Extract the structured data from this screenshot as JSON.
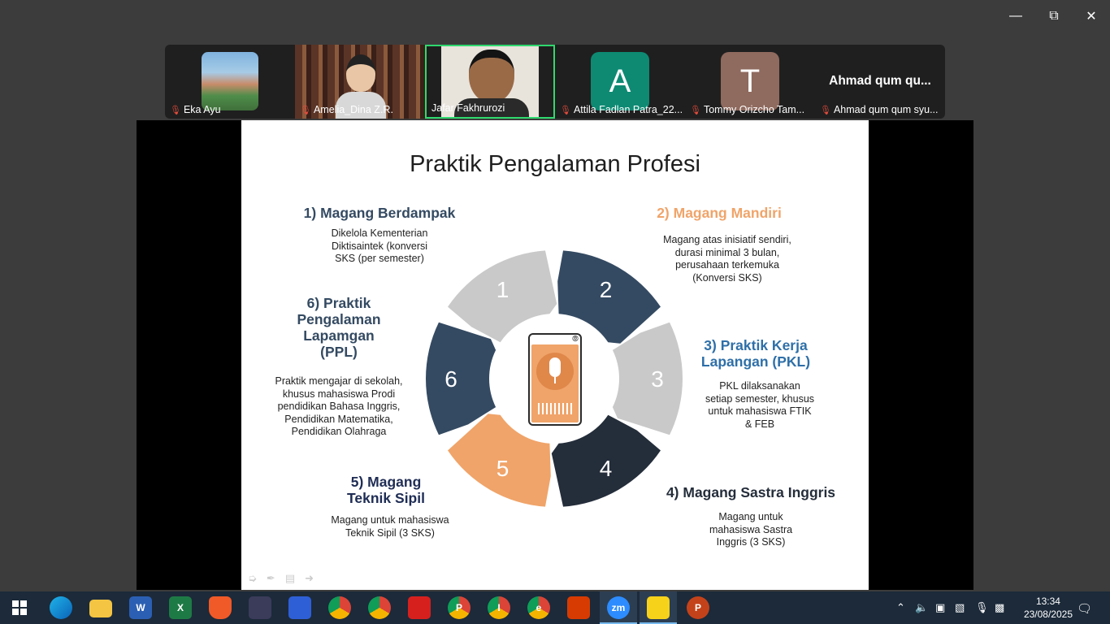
{
  "window": {
    "minimize_icon": "minimize-icon",
    "restore_icon": "restore-icon",
    "close_icon": "close-icon"
  },
  "participants": [
    {
      "name": "Eka Ayu",
      "muted": true
    },
    {
      "name": "Amelia_Dina Z.R.",
      "muted": true
    },
    {
      "name": "Jafar Fakhrurozi",
      "muted": false,
      "active": true
    },
    {
      "name": "Attila Fadlan Patra_22...",
      "muted": true,
      "initial": "A",
      "color": "#0e8a73"
    },
    {
      "name": "Tommy Orizcho Tam...",
      "muted": true,
      "initial": "T",
      "color": "#8f6a5e"
    },
    {
      "name": "Ahmad qum qum syu...",
      "muted": true,
      "big_name": "Ahmad qum qu..."
    }
  ],
  "slide": {
    "title": "Praktik Pengalaman Profesi",
    "colors": {
      "navy": "#344a62",
      "orange": "#f0a469",
      "grey": "#c9c9c9",
      "dark": "#242d3a",
      "blue": "#2e6fa8"
    },
    "sections": [
      {
        "title": "1) Magang Berdampak",
        "body": "Dikelola Kementerian\nDiktisaintek (konversi\nSKS (per semester)"
      },
      {
        "title": "2) Magang Mandiri",
        "body": "Magang atas inisiatif sendiri,\ndurasi minimal 3 bulan,\nperusahaan terkemuka\n(Konversi SKS)"
      },
      {
        "title": "3) Praktik Kerja\nLapangan (PKL)",
        "body": "PKL dilaksanakan\nsetiap semester, khusus\nuntuk mahasiswa FTIK\n& FEB"
      },
      {
        "title": "4) Magang Sastra Inggris",
        "body": "Magang untuk\nmahasiswa Sastra\nInggris (3 SKS)"
      },
      {
        "title": "5) Magang\nTeknik Sipil",
        "body": "Magang untuk mahasiswa\nTeknik Sipil (3 SKS)"
      },
      {
        "title": "6) Praktik\nPengalaman\nLapamgan\n(PPL)",
        "body": "Praktik mengajar di sekolah,\nkhusus mahasiswa Prodi\npendidikan Bahasa Inggris,\nPendidikan Matematika,\nPendidikan Olahraga"
      }
    ],
    "wheel_numbers": [
      "1",
      "2",
      "3",
      "4",
      "5",
      "6"
    ]
  },
  "taskbar": {
    "apps": [
      {
        "name": "windows-start-icon"
      },
      {
        "name": "edge-icon"
      },
      {
        "name": "file-explorer-icon"
      },
      {
        "name": "word-icon",
        "label": "W"
      },
      {
        "name": "excel-icon",
        "label": "X"
      },
      {
        "name": "brave-icon"
      },
      {
        "name": "snipping-tool-icon"
      },
      {
        "name": "app-icon"
      },
      {
        "name": "chrome-profile-icon-1"
      },
      {
        "name": "chrome-icon"
      },
      {
        "name": "acrobat-icon"
      },
      {
        "name": "chrome-profile-icon-2",
        "label": "P"
      },
      {
        "name": "chrome-profile-icon-3",
        "label": "I"
      },
      {
        "name": "chrome-profile-icon-4",
        "label": "e"
      },
      {
        "name": "office-icon"
      },
      {
        "name": "zoom-icon",
        "label": "zm"
      },
      {
        "name": "sticky-notes-icon"
      },
      {
        "name": "powerpoint-icon",
        "label": "P"
      }
    ],
    "time": "13:34",
    "date": "23/08/2025"
  }
}
